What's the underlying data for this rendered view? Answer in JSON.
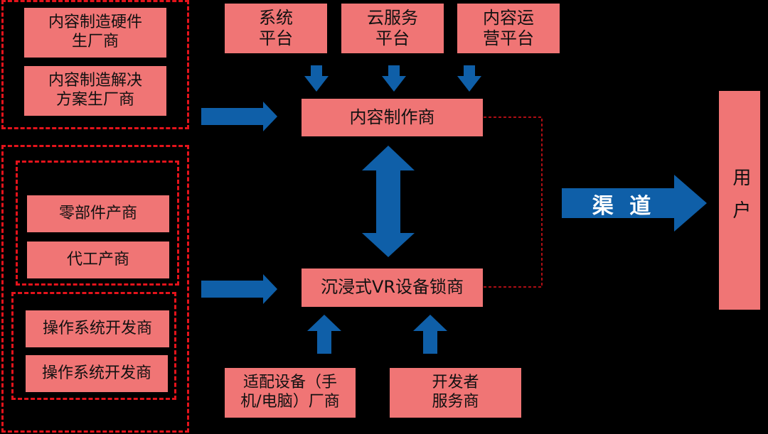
{
  "colors": {
    "box_fill": "#f07575",
    "arrow": "#0f5fa8",
    "dashed_border": "#e4131b",
    "background": "#000000"
  },
  "groups": {
    "content_hw": {
      "items": [
        "内容制造硬件\n生厂商",
        "内容制造解决\n方案生厂商"
      ]
    },
    "device_components": {
      "items": [
        "零部件产商",
        "代工产商"
      ]
    },
    "device_os": {
      "items": [
        "操作系统开发商",
        "操作系统开发商"
      ]
    }
  },
  "platforms": [
    "系统\n平台",
    "云服务\n平台",
    "内容运\n营平台"
  ],
  "content_maker": "内容制作商",
  "vr_device_maker": "沉浸式VR设备锁商",
  "bottom_suppliers": [
    "适配设备（手\n机/电脑）厂商",
    "开发者\n服务商"
  ],
  "channel_label": "渠 道",
  "user_label": "用户"
}
